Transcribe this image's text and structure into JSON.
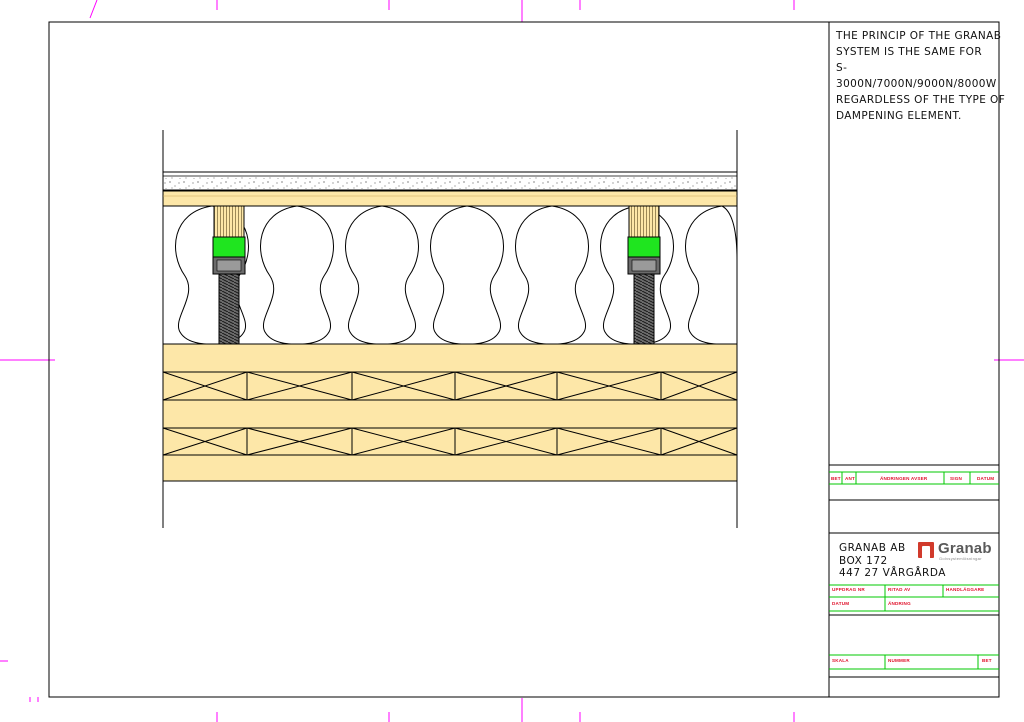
{
  "note": {
    "text": "THE PRINCIP OF THE GRANAB\nSYSTEM IS THE SAME FOR\nS-3000N/7000N/9000N/8000W\nREGARDLESS OF THE TYPE OF\nDAMPENING ELEMENT."
  },
  "title_block": {
    "revision_labels": [
      "BET",
      "ANT",
      "ÄNDRINGEN AVSER",
      "SIGN",
      "DATUM"
    ],
    "company": {
      "line1": "GRANAB AB",
      "line2": "BOX 172",
      "line3": "447 27 VÅRGÅRDA"
    },
    "logo": {
      "word": "Granab",
      "sub": "Golvsystemlösningar"
    },
    "field_labels": {
      "uppdrag_nr": "UPPDRAG NR",
      "ritad_av": "RITAD AV",
      "handlaggare": "HANDLÄGGARE",
      "datum": "DATUM",
      "andring": "ÄNDRING",
      "skala": "SKALA",
      "nummer": "NUMMER",
      "bet": "BET"
    }
  },
  "colors": {
    "wood": "#fde7a8",
    "wood_dark": "#f7d98a",
    "dampening_element": "#1fe51f",
    "title_block_lines": "#00c800",
    "title_block_text": "#e0102a",
    "crop_marks": "#ff00ff",
    "logo_red": "#d13a2c"
  }
}
